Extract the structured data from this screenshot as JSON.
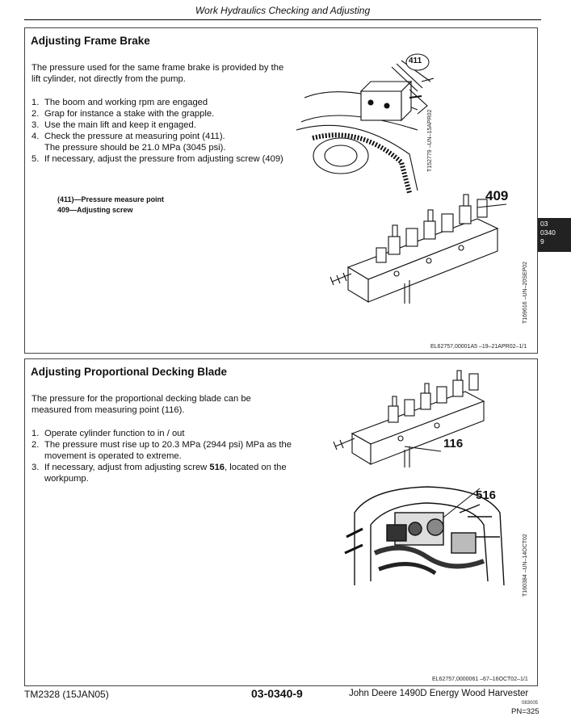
{
  "header": {
    "title": "Work Hydraulics Checking and Adjusting"
  },
  "sections": [
    {
      "title": "Adjusting Frame Brake",
      "intro": "The pressure used for the same frame brake is provided by the lift cylinder, not directly from the pump.",
      "steps": [
        {
          "num": "1.",
          "text": "The boom and working rpm are engaged"
        },
        {
          "num": "2.",
          "text": "Grap for instance a stake with the grapple."
        },
        {
          "num": "3.",
          "text": "Use the main lift and keep it engaged."
        },
        {
          "num": "4.",
          "text": "Check the pressure at measuring point (411).",
          "sub": "The pressure should be 21.0 MPa (3045 psi)."
        },
        {
          "num": "5.",
          "text": "If necessary, adjust the pressure from adjusting screw (409)"
        }
      ],
      "legend": [
        "(411)—Pressure measure point",
        "409—Adjusting screw"
      ],
      "figure1": {
        "callout": "411",
        "label": "T152779 –UN–15APR02"
      },
      "figure2": {
        "callout": "409",
        "label": "T169616 –UN–20SEP02"
      },
      "ref": "EL62757,00001A5 –19–21APR02–1/1"
    },
    {
      "title": "Adjusting Proportional Decking Blade",
      "intro": "The pressure for the proportional decking blade can be measured from measuring point (116).",
      "steps": [
        {
          "num": "1.",
          "text": "Operate cylinder function to in / out"
        },
        {
          "num": "2.",
          "text": "The pressure must rise up to 20.3 MPa (2944 psi) MPa as the movement is operated to extreme."
        },
        {
          "num": "3.",
          "text_before": "If necessary, adjust from adjusting screw ",
          "bold": "516",
          "text_after": ", located on the workpump."
        }
      ],
      "figure1": {
        "callout": "116"
      },
      "figure2": {
        "callout": "516",
        "label": "T160384 –UN–14OCT02"
      },
      "ref": "EL62757,0000061 –67–16OCT02–1/1"
    }
  ],
  "thumb_tab": {
    "line1": "03",
    "line2": "0340",
    "line3": "9"
  },
  "footer": {
    "manual": "TM2328 (15JAN05)",
    "page": "03-0340-9",
    "machine": "John Deere 1490D Energy Wood Harvester",
    "code": "083005",
    "pn": "PN=325"
  },
  "colors": {
    "text": "#111111",
    "border": "#444444",
    "tab": "#222222"
  }
}
